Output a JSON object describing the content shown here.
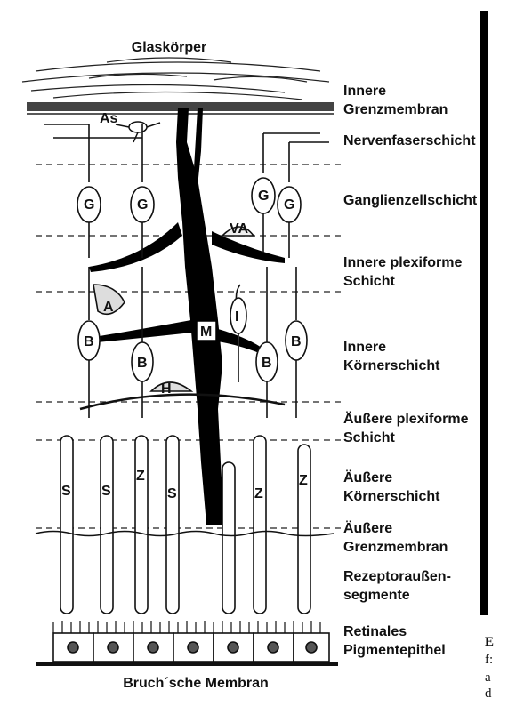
{
  "top_label": "Glaskörper",
  "bottom_label": "Bruch´sche Membran",
  "layers": [
    {
      "key": "ilm",
      "text": "Innere\nGrenzmembran"
    },
    {
      "key": "nfl",
      "text": "Nervenfaserschicht"
    },
    {
      "key": "gcl",
      "text": "Ganglienzellschicht"
    },
    {
      "key": "ipl",
      "text": "Innere plexiforme\nSchicht"
    },
    {
      "key": "inl",
      "text": "Innere\nKörnerschicht"
    },
    {
      "key": "opl",
      "text": "Äußere plexiforme\nSchicht"
    },
    {
      "key": "onl",
      "text": "Äußere\nKörnerschicht"
    },
    {
      "key": "olm",
      "text": "Äußere\nGrenzmembran"
    },
    {
      "key": "ros",
      "text": "Rezeptoraußen-\nsegmente"
    },
    {
      "key": "rpe",
      "text": "Retinales\nPigmentepithel"
    }
  ],
  "cell_labels": {
    "astrocyte": "As",
    "ganglion": "G",
    "amacrine": "A",
    "displaced_amacrine": "VA",
    "bipolar": "B",
    "interplexiform": "I",
    "muller": "M",
    "horizontal": "H",
    "rod": "S",
    "cone": "Z"
  },
  "side_text": [
    "E",
    "f:",
    "a",
    "d"
  ]
}
